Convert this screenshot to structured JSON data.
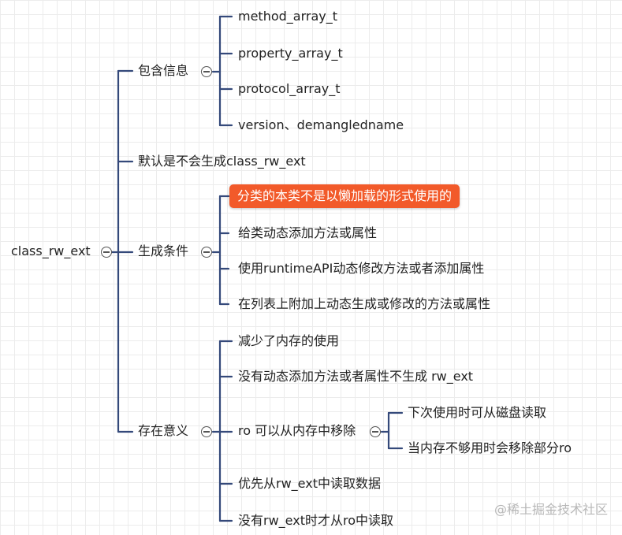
{
  "mindmap": {
    "root": "class_rw_ext",
    "branches": [
      {
        "label": "包含信息",
        "children": [
          "method_array_t",
          "property_array_t",
          "protocol_array_t",
          "version、demangledname"
        ]
      },
      {
        "label": "默认是不会生成class_rw_ext"
      },
      {
        "label": "生成条件",
        "children": [
          "分类的本类不是以懒加载的形式使用的",
          "给类动态添加方法或属性",
          "使用runtimeAPI动态修改方法或者添加属性",
          " 在列表上附加上动态生成或修改的方法或属性"
        ]
      },
      {
        "label": "存在意义",
        "children": [
          "减少了内存的使用",
          "没有动态添加方法或者属性不生成 rw_ext",
          "ro 可以从内存中移除",
          "优先从rw_ext中读取数据",
          "没有rw_ext时才从ro中读取"
        ],
        "grandchildren": [
          "下次使用时可从磁盘读取",
          "当内存不够用时会移除部分ro"
        ]
      }
    ]
  },
  "watermark": "@稀土掘金技术社区",
  "colors": {
    "link": "#34497a",
    "highlight_bg": "#f25a2a",
    "highlight_text": "#ffffff"
  },
  "icons": {
    "toggle": "collapse-minus-icon"
  }
}
